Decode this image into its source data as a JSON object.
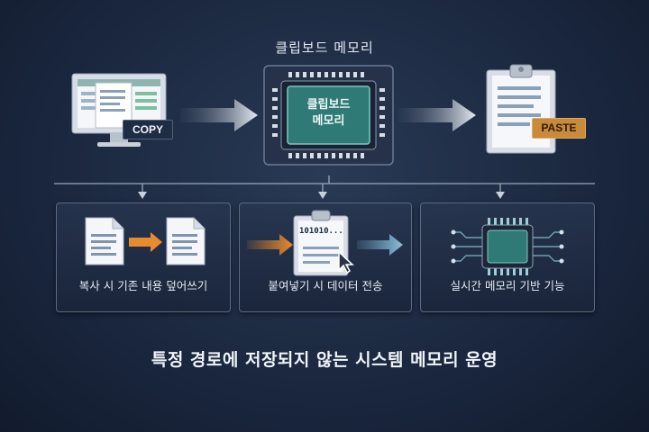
{
  "header": {
    "title": "클립보드 메모리"
  },
  "top_row": {
    "copy_badge": "COPY",
    "chip_label_line1": "클립보드",
    "chip_label_line2": "메모리",
    "paste_badge": "PASTE"
  },
  "panels": [
    {
      "label": "복사 시 기존 내용 덮어쓰기"
    },
    {
      "label": "붙여넣기 시 데이터 전송",
      "binary_text": "101010..."
    },
    {
      "label": "실시간 메모리 기반 기능"
    }
  ],
  "footer": {
    "caption": "특정 경로에 저장되지 않는 시스템 메모리 운영"
  },
  "colors": {
    "chip_green": "#2f7a76",
    "copy_badge_bg": "#1e2c44",
    "paste_badge_bg": "#c98a3a",
    "arrow_orange": "#e88a2e",
    "arrow_blue": "#6fa8c8"
  }
}
